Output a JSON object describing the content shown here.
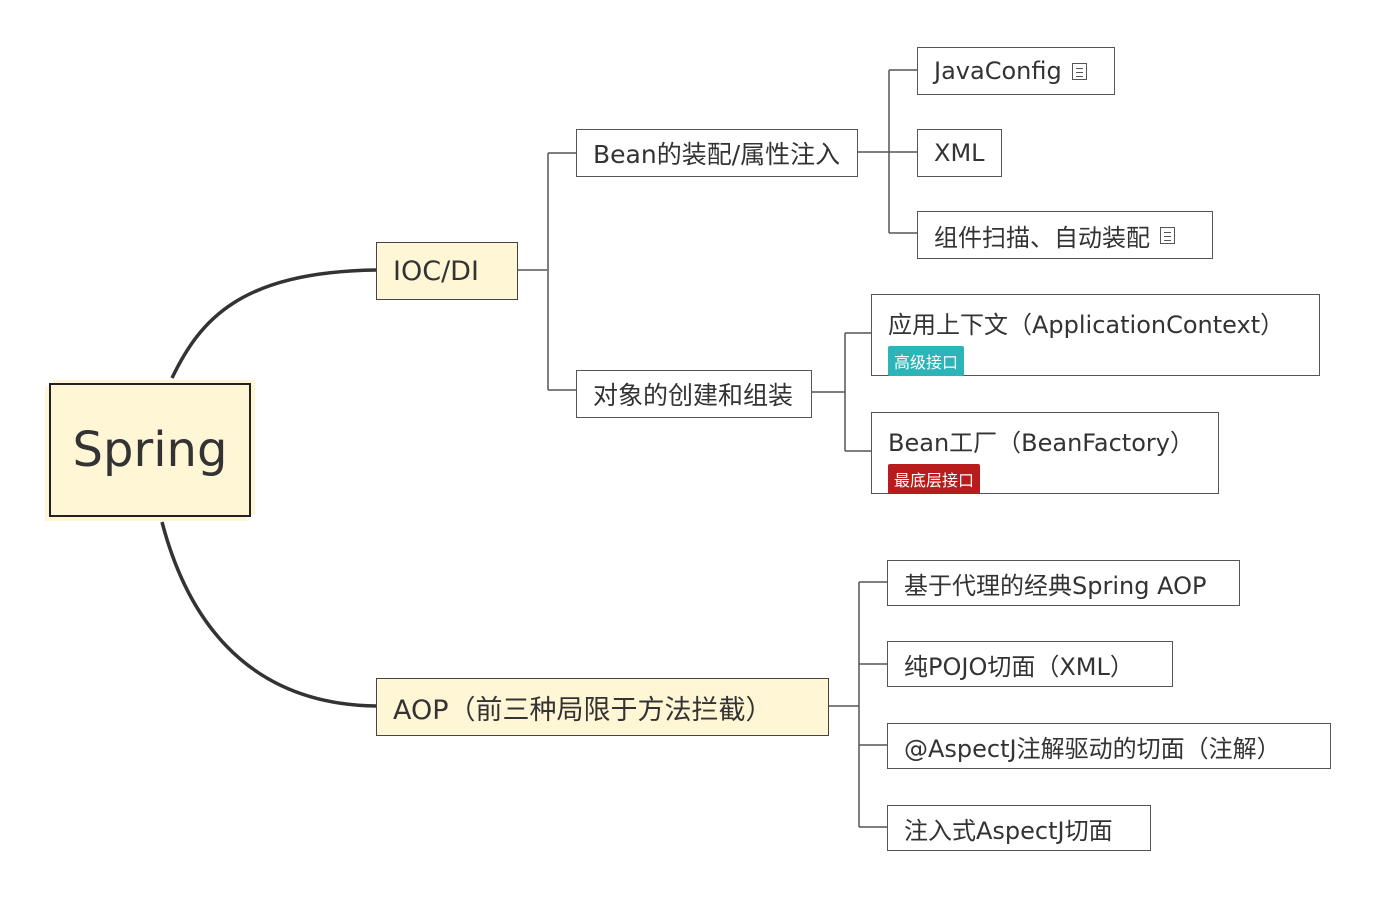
{
  "mindmap": {
    "root": {
      "label": "Spring"
    },
    "ioc": {
      "label": "IOC/DI",
      "assembly": {
        "label": "Bean的装配/属性注入",
        "children": [
          "JavaConfig",
          "XML",
          "组件扫描、自动装配"
        ]
      },
      "creation": {
        "label": "对象的创建和组装",
        "app_context": {
          "label": "应用上下文（ApplicationContext）",
          "tag": "高级接口",
          "tag_color": "#2bb5b8"
        },
        "bean_factory": {
          "label": "Bean工厂（BeanFactory）",
          "tag": "最底层接口",
          "tag_color": "#b91c1c"
        }
      }
    },
    "aop": {
      "label": "AOP（前三种局限于方法拦截）",
      "children": [
        "基于代理的经典Spring AOP",
        "纯POJO切面（XML）",
        "@AspectJ注解驱动的切面（注解）",
        "注入式AspectJ切面"
      ]
    }
  },
  "colors": {
    "root_fill": "#fff6d5",
    "mid_fill": "#fff6d5",
    "line": "#555555"
  },
  "icons": {
    "note": "note-icon"
  }
}
